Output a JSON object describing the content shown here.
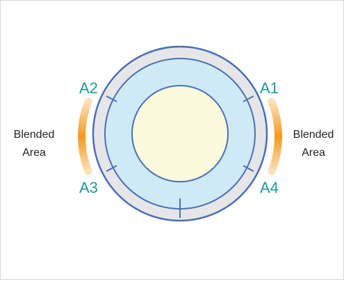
{
  "diagram": {
    "zones": [
      {
        "id": "a1",
        "label": "A1"
      },
      {
        "id": "a2",
        "label": "A2"
      },
      {
        "id": "a3",
        "label": "A3"
      },
      {
        "id": "a4",
        "label": "A4"
      }
    ],
    "left_label": {
      "line1": "Blended",
      "line2": "Area"
    },
    "right_label": {
      "line1": "Blended",
      "line2": "Area"
    }
  },
  "colors": {
    "ring_outer_fill": "#e6e6e8",
    "ring_middle_fill": "#cfe9f7",
    "center_fill": "#fbfadc",
    "stroke": "#4a6fb5",
    "zone_label": "#1a9a9a",
    "side_label": "#222222",
    "blend_bright": "#f39a1f",
    "blend_fade": "#fbd6a3"
  }
}
